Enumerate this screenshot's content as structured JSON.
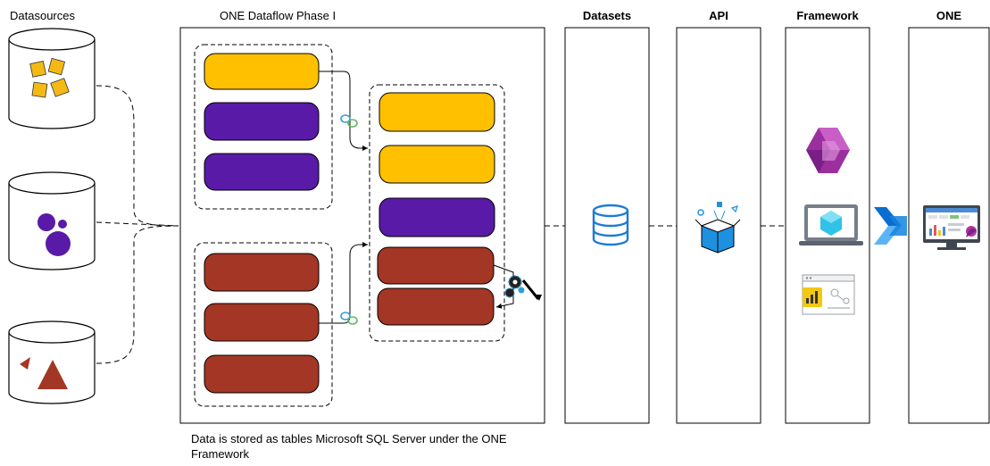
{
  "labels": {
    "datasources": "Datasources",
    "dataflow": "ONE Dataflow Phase I",
    "datasets": "Datasets",
    "api": "API",
    "framework": "Framework",
    "one": "ONE"
  },
  "caption": "Data is stored as tables Microsoft SQL Server under the ONE Framework",
  "colors": {
    "yellow": "#ffc000",
    "purple": "#5a1aa8",
    "brown": "#a33624",
    "source_icon_yellow": "#f5b915",
    "source_icon_purple": "#5a1aa8",
    "source_icon_brown": "#a33624",
    "database_blue": "#1e7bd6"
  },
  "icons": [
    "database-cylinder-icon",
    "power-apps-icon",
    "azure-monitor-icon",
    "power-bi-report-icon",
    "azure-devops-pipelines-icon",
    "dashboard-monitor-icon",
    "api-box-icon",
    "link-icon",
    "gears-wrench-icon"
  ]
}
